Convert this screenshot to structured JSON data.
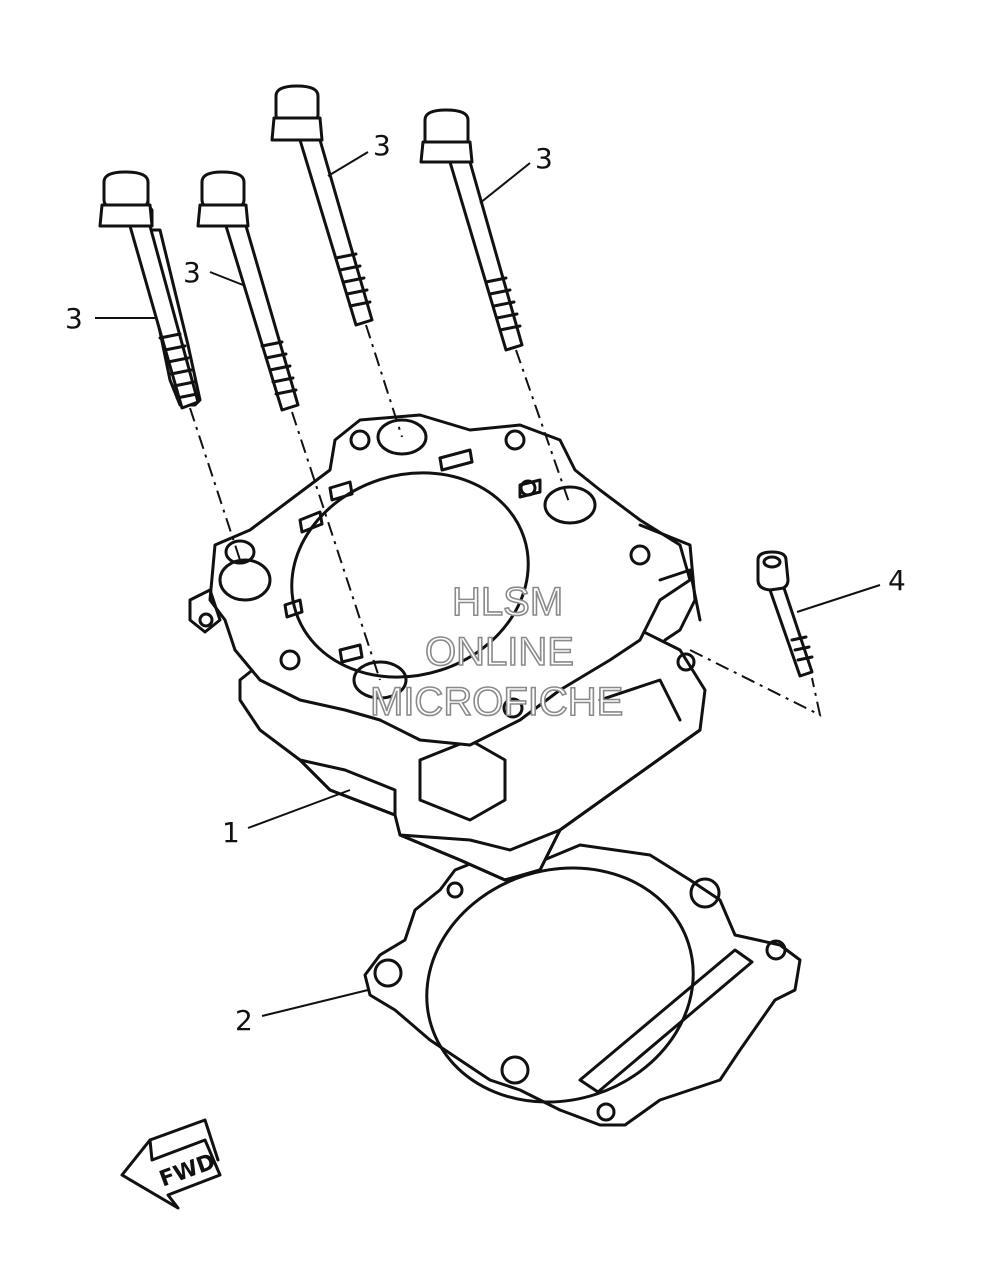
{
  "callouts": {
    "cylinder": "1",
    "gasket": "2",
    "bolt_a": "3",
    "bolt_b": "3",
    "bolt_c": "3",
    "bolt_d": "3",
    "screw": "4"
  },
  "watermark": {
    "line1": "HLSM",
    "line2": "ONLINE",
    "line3": "MICROFICHE"
  },
  "direction_arrow": {
    "label": "FWD"
  }
}
